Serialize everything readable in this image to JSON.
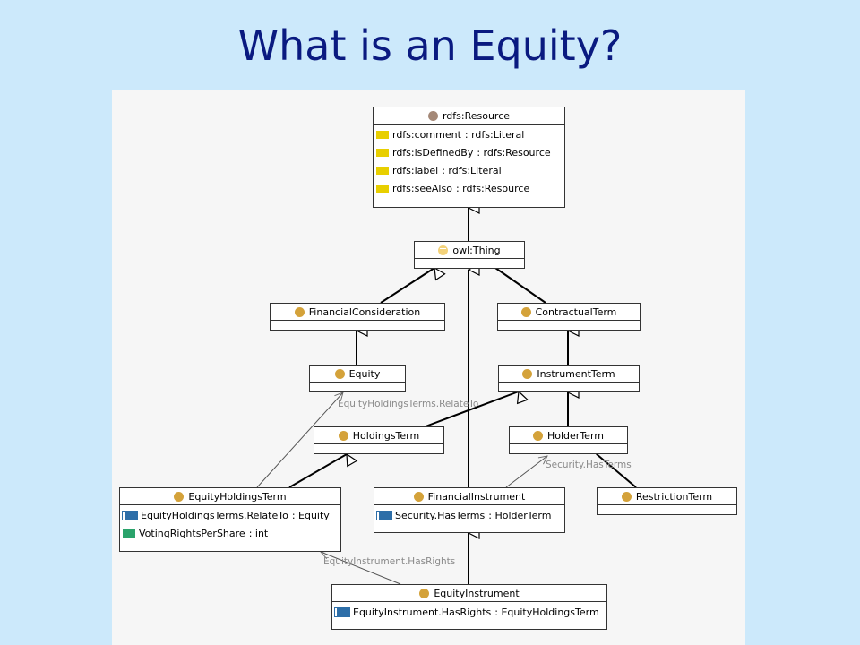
{
  "title": "What is an Equity?",
  "classes": {
    "resource": {
      "name": "rdfs:Resource",
      "props": [
        {
          "name": "rdfs:comment",
          "type": ": rdfs:Literal"
        },
        {
          "name": "rdfs:isDefinedBy",
          "type": ": rdfs:Resource"
        },
        {
          "name": "rdfs:label",
          "type": ": rdfs:Literal"
        },
        {
          "name": "rdfs:seeAlso",
          "type": ": rdfs:Resource"
        }
      ]
    },
    "thing": {
      "name": "owl:Thing"
    },
    "financial_consideration": {
      "name": "FinancialConsideration"
    },
    "contractual_term": {
      "name": "ContractualTerm"
    },
    "equity": {
      "name": "Equity"
    },
    "instrument_term": {
      "name": "InstrumentTerm"
    },
    "holdings_term": {
      "name": "HoldingsTerm"
    },
    "holder_term": {
      "name": "HolderTerm"
    },
    "equity_holdings_term": {
      "name": "EquityHoldingsTerm",
      "props": [
        {
          "name": "EquityHoldingsTerms.RelateTo",
          "type": ": Equity"
        },
        {
          "name": "VotingRightsPerShare",
          "type": ": int"
        }
      ]
    },
    "financial_instrument": {
      "name": "FinancialInstrument",
      "props": [
        {
          "name": "Security.HasTerms",
          "type": ": HolderTerm"
        }
      ]
    },
    "restriction_term": {
      "name": "RestrictionTerm"
    },
    "equity_instrument": {
      "name": "EquityInstrument",
      "props": [
        {
          "name": "EquityInstrument.HasRights",
          "type": ": EquityHoldingsTerm"
        }
      ]
    }
  },
  "edge_labels": {
    "relate_to": "EquityHoldingsTerms.RelateTo",
    "has_terms": "Security.HasTerms",
    "has_rights": "EquityInstrument.HasRights"
  },
  "colors": {
    "title": "#0a1a80",
    "background": "#cce9fb",
    "class_icon": "#d4a23a",
    "object_property": "#2d6ea8",
    "datatype_property": "#2aa36b",
    "annotation_property": "#e8cf00"
  }
}
